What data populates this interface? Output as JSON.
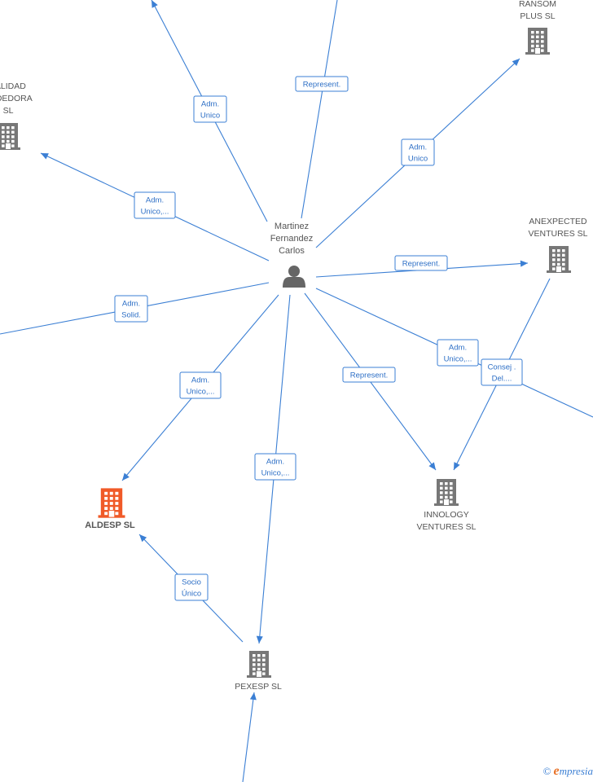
{
  "colors": {
    "edge": "#3b7fd4",
    "building": "#777777",
    "building_highlight": "#f05a28",
    "person": "#666666",
    "label": "#555555"
  },
  "center": {
    "name_lines": [
      "Martinez",
      "Fernandez",
      "Carlos"
    ],
    "icon": "person-icon"
  },
  "nodes": [
    {
      "id": "ransom",
      "lines": [
        "RANSOM",
        "PLUS SL"
      ],
      "icon": "building-icon",
      "highlight": false
    },
    {
      "id": "talidad",
      "lines": [
        "TALIDAD",
        "ENDEDORA",
        "SL"
      ],
      "icon": "building-icon",
      "highlight": false
    },
    {
      "id": "anexpected",
      "lines": [
        "ANEXPECTED",
        "VENTURES SL"
      ],
      "icon": "building-icon",
      "highlight": false
    },
    {
      "id": "innology",
      "lines": [
        "INNOLOGY",
        "VENTURES SL"
      ],
      "icon": "building-icon",
      "highlight": false
    },
    {
      "id": "aldesp",
      "lines": [
        "ALDESP  SL"
      ],
      "icon": "building-icon",
      "highlight": true
    },
    {
      "id": "pexesp",
      "lines": [
        "PEXESP  SL"
      ],
      "icon": "building-icon",
      "highlight": false
    }
  ],
  "edges": [
    {
      "id": "e-top-left",
      "label": [
        "Adm.",
        "Unico"
      ]
    },
    {
      "id": "e-top",
      "label": [
        "Represent."
      ]
    },
    {
      "id": "e-ransom",
      "label": [
        "Adm.",
        "Unico"
      ]
    },
    {
      "id": "e-talidad",
      "label": [
        "Adm.",
        "Unico,..."
      ]
    },
    {
      "id": "e-anexpected",
      "label": [
        "Represent."
      ]
    },
    {
      "id": "e-left",
      "label": [
        "Adm.",
        "Solid."
      ]
    },
    {
      "id": "e-aldesp",
      "label": [
        "Adm.",
        "Unico,..."
      ]
    },
    {
      "id": "e-pexesp",
      "label": [
        "Adm.",
        "Unico,..."
      ]
    },
    {
      "id": "e-innology",
      "label": [
        "Represent."
      ]
    },
    {
      "id": "e-right",
      "label": [
        "Adm.",
        "Unico,..."
      ]
    },
    {
      "id": "e-anex-innology",
      "label": [
        "Consej .",
        "Del...."
      ]
    },
    {
      "id": "e-pexesp-aldesp",
      "label": [
        "Socio",
        "Único"
      ]
    },
    {
      "id": "e-bottom",
      "label": []
    }
  ],
  "watermark": {
    "copyright": "©",
    "brand_initial": "e",
    "brand_rest": "mpresia"
  }
}
